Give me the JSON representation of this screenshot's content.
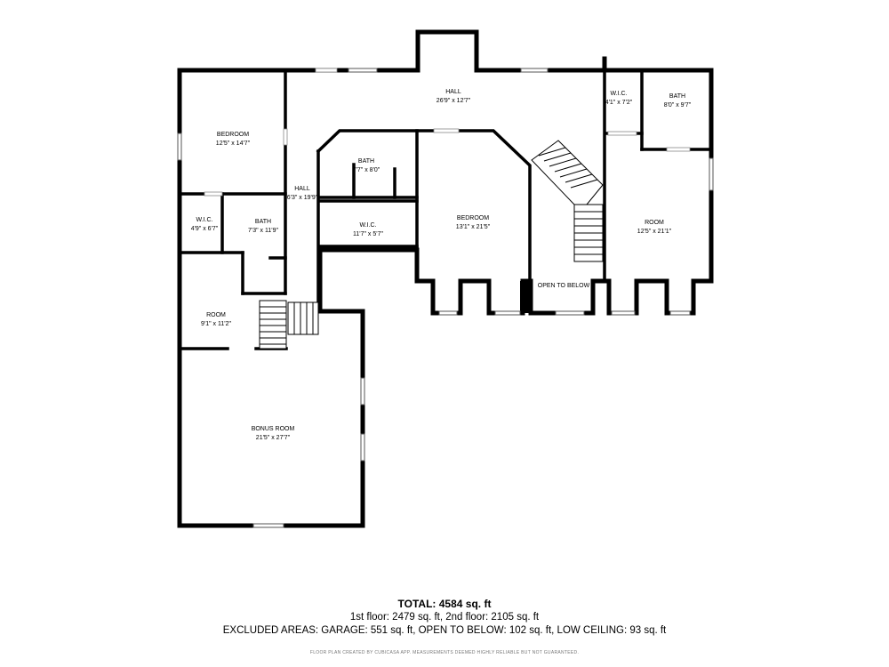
{
  "rooms": [
    {
      "name": "HALL",
      "dims": "26'9\" x 12'7\""
    },
    {
      "name": "BEDROOM",
      "dims": "12'5\" x 14'7\""
    },
    {
      "name": "HALL",
      "dims": "6'3\" x 19'9\""
    },
    {
      "name": "BATH",
      "dims": "7'7\" x 8'0\""
    },
    {
      "name": "W.I.C.",
      "dims": "11'7\" x 5'7\""
    },
    {
      "name": "BEDROOM",
      "dims": "13'1\" x 21'5\""
    },
    {
      "name": "W.I.C.",
      "dims": "4'1\" x 7'2\""
    },
    {
      "name": "BATH",
      "dims": "8'0\" x 9'7\""
    },
    {
      "name": "ROOM",
      "dims": "12'5\" x 21'1\""
    },
    {
      "name": "W.I.C.",
      "dims": "4'9\" x 6'7\""
    },
    {
      "name": "BATH",
      "dims": "7'3\" x 11'9\""
    },
    {
      "name": "ROOM",
      "dims": "9'1\" x 11'2\""
    },
    {
      "name": "BONUS ROOM",
      "dims": "21'5\" x 27'7\""
    },
    {
      "name": "OPEN TO BELOW",
      "dims": ""
    }
  ],
  "summary": {
    "total": "TOTAL: 4584 sq. ft",
    "floors": "1st floor: 2479 sq. ft, 2nd floor: 2105 sq. ft",
    "excluded": "EXCLUDED AREAS: GARAGE: 551 sq. ft, OPEN TO BELOW: 102 sq. ft, LOW CEILING: 93 sq. ft",
    "credit": "FLOOR PLAN CREATED BY CUBICASA APP. MEASUREMENTS DEEMED HIGHLY RELIABLE BUT NOT GUARANTEED."
  }
}
